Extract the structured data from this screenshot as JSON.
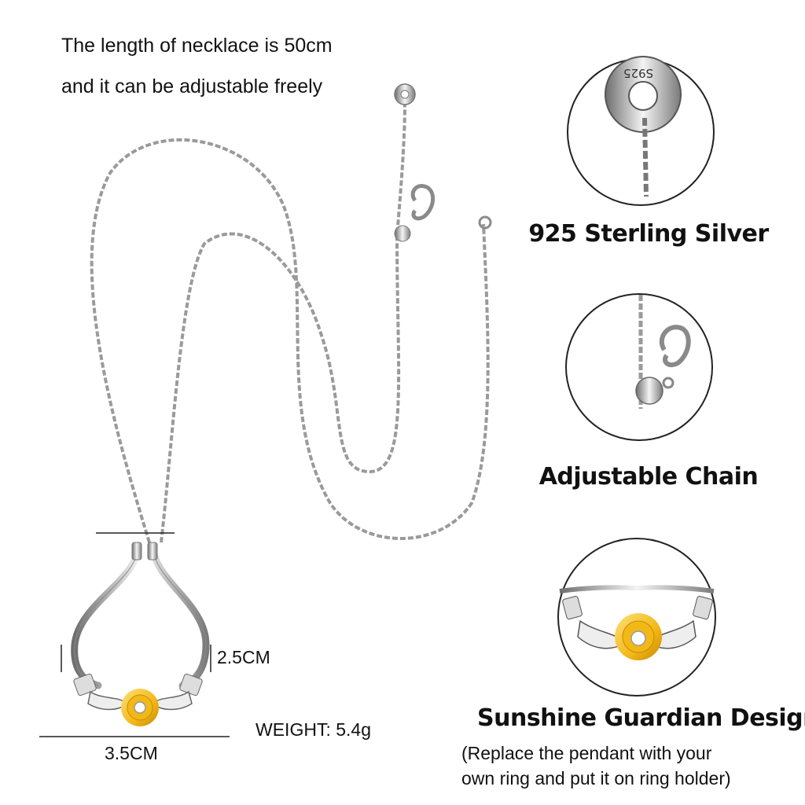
{
  "headline": {
    "line1": "The length of necklace is 50cm",
    "line2": "and it can be adjustable freely"
  },
  "pendant": {
    "height_label": "2.5CM",
    "width_label": "3.5CM",
    "weight_label": "WEIGHT: 5.4g"
  },
  "features": [
    {
      "label": "925 Sterling Silver",
      "stamp": "S925",
      "icon": "silver-disc-icon"
    },
    {
      "label": "Adjustable Chain",
      "icon": "clasp-bead-icon"
    },
    {
      "label": "Sunshine Guardian Design",
      "icon": "sunflower-hands-icon"
    }
  ],
  "note": {
    "line1": "(Replace the pendant with your",
    "line2": "own ring and put it on ring holder)"
  },
  "colors": {
    "silver": "#9a9a9a",
    "silver_dark": "#5e5e5e",
    "gold": "#f2b817",
    "gold_dark": "#c98a05",
    "circle_stroke": "#222222"
  }
}
